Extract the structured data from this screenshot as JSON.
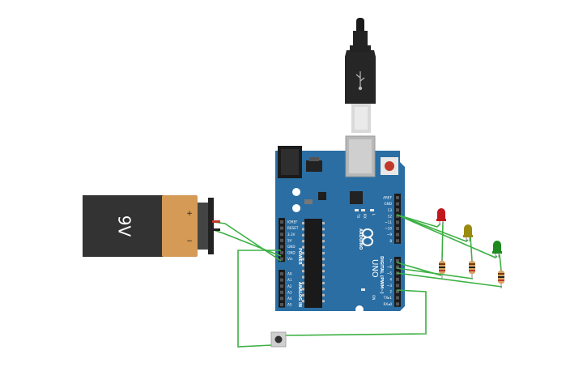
{
  "battery": {
    "label": "9V",
    "plus": "+",
    "minus": "−"
  },
  "arduino": {
    "brand": "ARDUINO",
    "model": "UNO",
    "power_header_title": "POWER",
    "analog_header_title": "ANALOG IN",
    "digital_header_title": "DIGITAL (PWM~)",
    "on_label": "ON",
    "tx_label": "TX",
    "rx_label": "RX",
    "l_label": "L",
    "power_pins": [
      "IOREF",
      "RESET",
      "3.3V",
      "5V",
      "GND",
      "GND",
      "Vin"
    ],
    "analog_pins": [
      "A0",
      "A1",
      "A2",
      "A3",
      "A4",
      "A5"
    ],
    "digital_top_pins": [
      "AREF",
      "GND",
      "13",
      "12",
      "~11",
      "~10",
      "~9",
      "8"
    ],
    "digital_bottom_pins": [
      "7",
      "~6",
      "~5",
      "4",
      "~3",
      "2",
      "TX▸1",
      "RX◂0"
    ]
  },
  "leds": [
    {
      "color": "red",
      "fill": "#c0181c"
    },
    {
      "color": "yellow",
      "fill": "#9a8a10"
    },
    {
      "color": "green",
      "fill": "#1f8a1f"
    }
  ],
  "colors": {
    "wire": "#3cb043",
    "board": "#2a6ea3",
    "battery_body": "#333333",
    "battery_cap": "#d49a56"
  }
}
